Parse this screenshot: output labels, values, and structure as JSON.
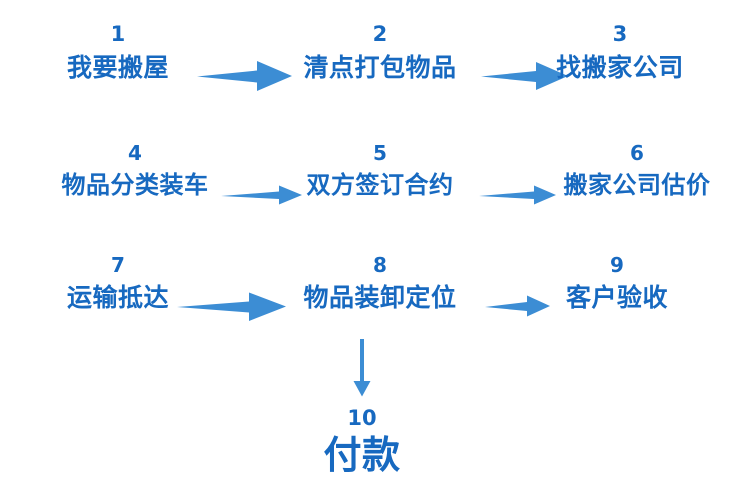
{
  "diagram": {
    "title_visible": false,
    "background_color": "#ffffff",
    "text_color": "#1769C0",
    "arrow_color": "#3C8DD4",
    "rows": [
      {
        "row_id": "row-1",
        "steps": [
          {
            "number": "1",
            "label": "我要搬屋"
          },
          {
            "number": "2",
            "label": "清点打包物品"
          },
          {
            "number": "3",
            "label": "找搬家公司"
          }
        ]
      },
      {
        "row_id": "row-2",
        "steps": [
          {
            "number": "4",
            "label": "物品分类装车"
          },
          {
            "number": "5",
            "label": "双方签订合约"
          },
          {
            "number": "6",
            "label": "搬家公司估价"
          }
        ]
      },
      {
        "row_id": "row-3",
        "steps": [
          {
            "number": "7",
            "label": "运输抵达"
          },
          {
            "number": "8",
            "label": "物品装卸定位"
          },
          {
            "number": "9",
            "label": "客户验收"
          }
        ]
      },
      {
        "row_id": "row-4",
        "steps": [
          {
            "number": "10",
            "label": "付款"
          }
        ]
      }
    ],
    "connectors": [
      {
        "id": "arrow-1-to-2",
        "direction": "right"
      },
      {
        "id": "arrow-2-to-3",
        "direction": "right"
      },
      {
        "id": "arrow-4-to-5",
        "direction": "right"
      },
      {
        "id": "arrow-5-to-6",
        "direction": "right"
      },
      {
        "id": "arrow-7-to-8",
        "direction": "right"
      },
      {
        "id": "arrow-8-to-9",
        "direction": "right"
      },
      {
        "id": "arrow-8-to-10",
        "direction": "down"
      }
    ]
  }
}
